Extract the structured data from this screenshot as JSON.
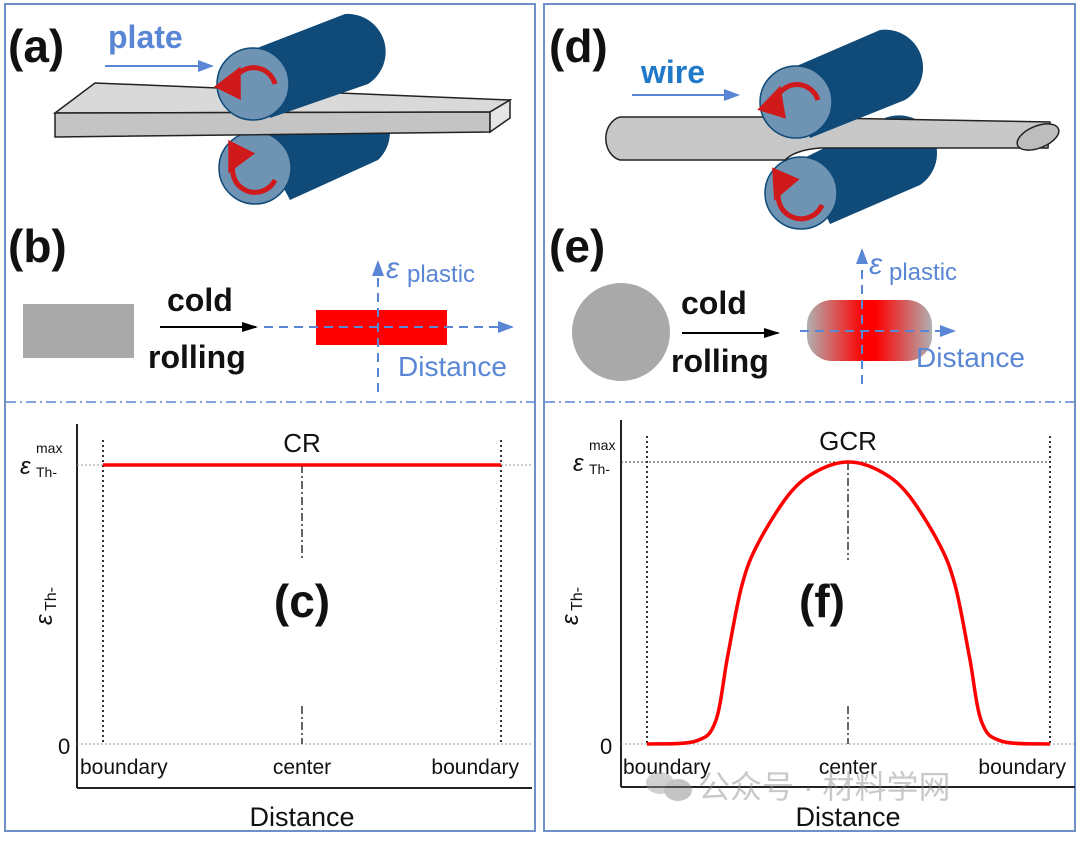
{
  "figure": {
    "left": {
      "label_a": "(a)",
      "material_a": "plate",
      "label_b": "(b)",
      "process_top": "cold",
      "process_bottom": "rolling",
      "axis_y": "plastic",
      "axis_y_symbol": "ε",
      "axis_x": "Distance",
      "label_c": "(c)"
    },
    "right": {
      "label_d": "(d)",
      "material_d": "wire",
      "label_e": "(e)",
      "process_top": "cold",
      "process_bottom": "rolling",
      "axis_y": "plastic",
      "axis_y_symbol": "ε",
      "axis_x": "Distance",
      "label_f": "(f)"
    },
    "watermark": "公众号 · 材料学网"
  },
  "colors": {
    "roller_dark": "#0f4a78",
    "roller_face": "#6f93b3",
    "arrow_red": "#d0191b",
    "plate_gray": "#c8c8c8",
    "accent_blue": "#5a86d6",
    "curve_red": "#ff0000",
    "panel_border": "#6f8fc8"
  },
  "chart_data": [
    {
      "type": "line",
      "title": "CR",
      "panel": "(c)",
      "xlabel": "Distance",
      "ylabel": "ε_Th-",
      "x_tick_labels": [
        "boundary",
        "center",
        "boundary"
      ],
      "y_tick_labels": [
        "0",
        "ε_Th-^max"
      ],
      "x_range": [
        -1,
        1
      ],
      "ylim": [
        0,
        1
      ],
      "series": [
        {
          "name": "CR",
          "x": [
            -1,
            0,
            1
          ],
          "y": [
            1,
            1,
            1
          ]
        }
      ]
    },
    {
      "type": "line",
      "title": "GCR",
      "panel": "(f)",
      "xlabel": "Distance",
      "ylabel": "ε_Th-",
      "x_tick_labels": [
        "boundary",
        "center",
        "boundary"
      ],
      "y_tick_labels": [
        "0",
        "ε_Th-^max"
      ],
      "x_range": [
        -1,
        1
      ],
      "ylim": [
        0,
        1
      ],
      "series": [
        {
          "name": "GCR",
          "x": [
            -1,
            -0.76,
            -0.66,
            -0.6,
            -0.53,
            -0.45,
            -0.29,
            -0.15,
            0,
            0.15,
            0.29,
            0.45,
            0.53,
            0.6,
            0.66,
            0.76,
            1
          ],
          "y": [
            0,
            0.01,
            0.08,
            0.31,
            0.56,
            0.71,
            0.89,
            0.97,
            1,
            0.97,
            0.89,
            0.71,
            0.56,
            0.31,
            0.08,
            0.01,
            0
          ]
        }
      ]
    }
  ]
}
